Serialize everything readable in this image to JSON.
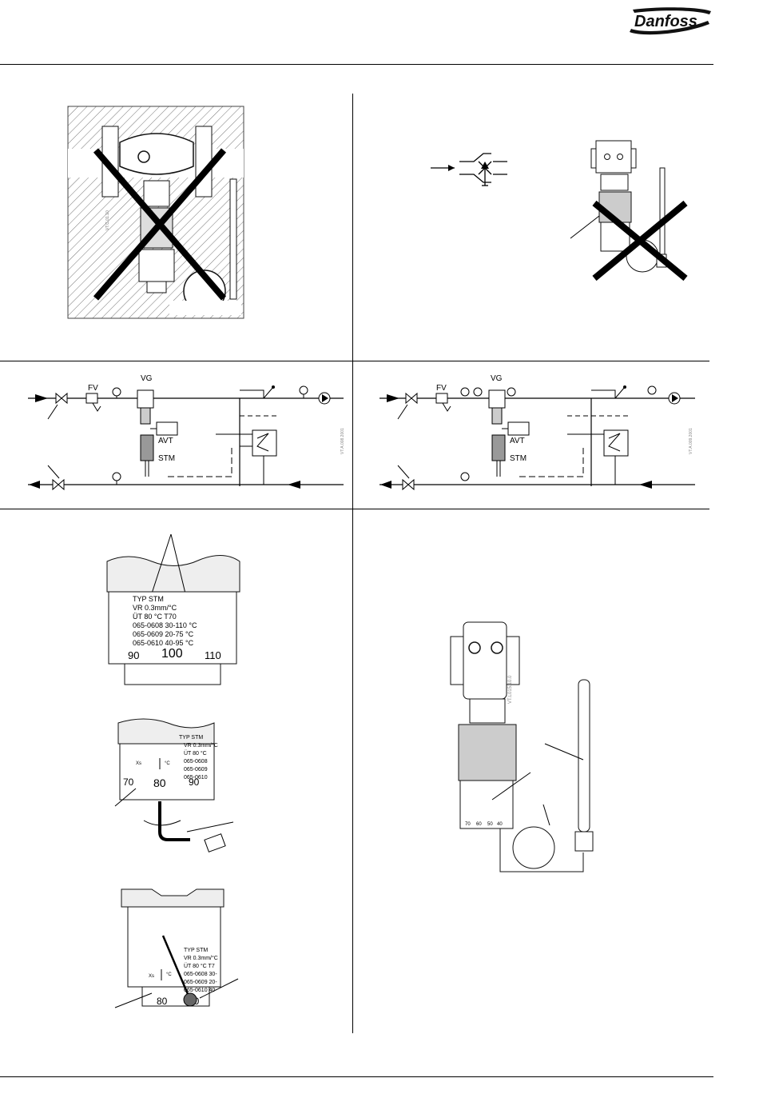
{
  "brand": "Danfoss",
  "schematic_left": {
    "labels": {
      "fv": "FV",
      "vg": "VG",
      "avt": "AVT",
      "stm": "STM"
    },
    "code": "VT.A.008.2001"
  },
  "schematic_right": {
    "labels": {
      "fv": "FV",
      "vg": "VG",
      "avt": "AVT",
      "stm": "STM"
    },
    "code": "VT.A.009.2001"
  },
  "dial_top": {
    "rows": [
      "TYP  STM",
      "VR  0.3mm/°C",
      "ÜT  80 °C        T70",
      "065-0608  30-110 °C",
      "065-0609  20-75  °C",
      "065-0610  40-95  °C"
    ],
    "scale": [
      "90",
      "100",
      "110"
    ]
  },
  "dial_middle": {
    "rows": [
      "TYP STM",
      "VR  0.3mm/°C",
      "ÜT  80 °C",
      "065-0608",
      "065-0609",
      "065-0610"
    ],
    "scale": [
      "70",
      "80",
      "90"
    ],
    "mark": "Xs",
    "unit": "°C"
  },
  "dial_bottom": {
    "rows": [
      "TYP STM",
      "VR  0.3mm/°C",
      "ÜT  80 °C  T7",
      "065-0608  30-",
      "065-0609  20-",
      "065-0610  40-"
    ],
    "scale": [
      "80",
      "90"
    ],
    "mark": "Xs",
    "unit": "°C"
  },
  "product_view": {
    "scale": [
      "70",
      "60",
      "50",
      "40"
    ],
    "code": "VT.L015.10.0"
  },
  "drawing_codes": {
    "insulation": "VT.C.01.10"
  }
}
